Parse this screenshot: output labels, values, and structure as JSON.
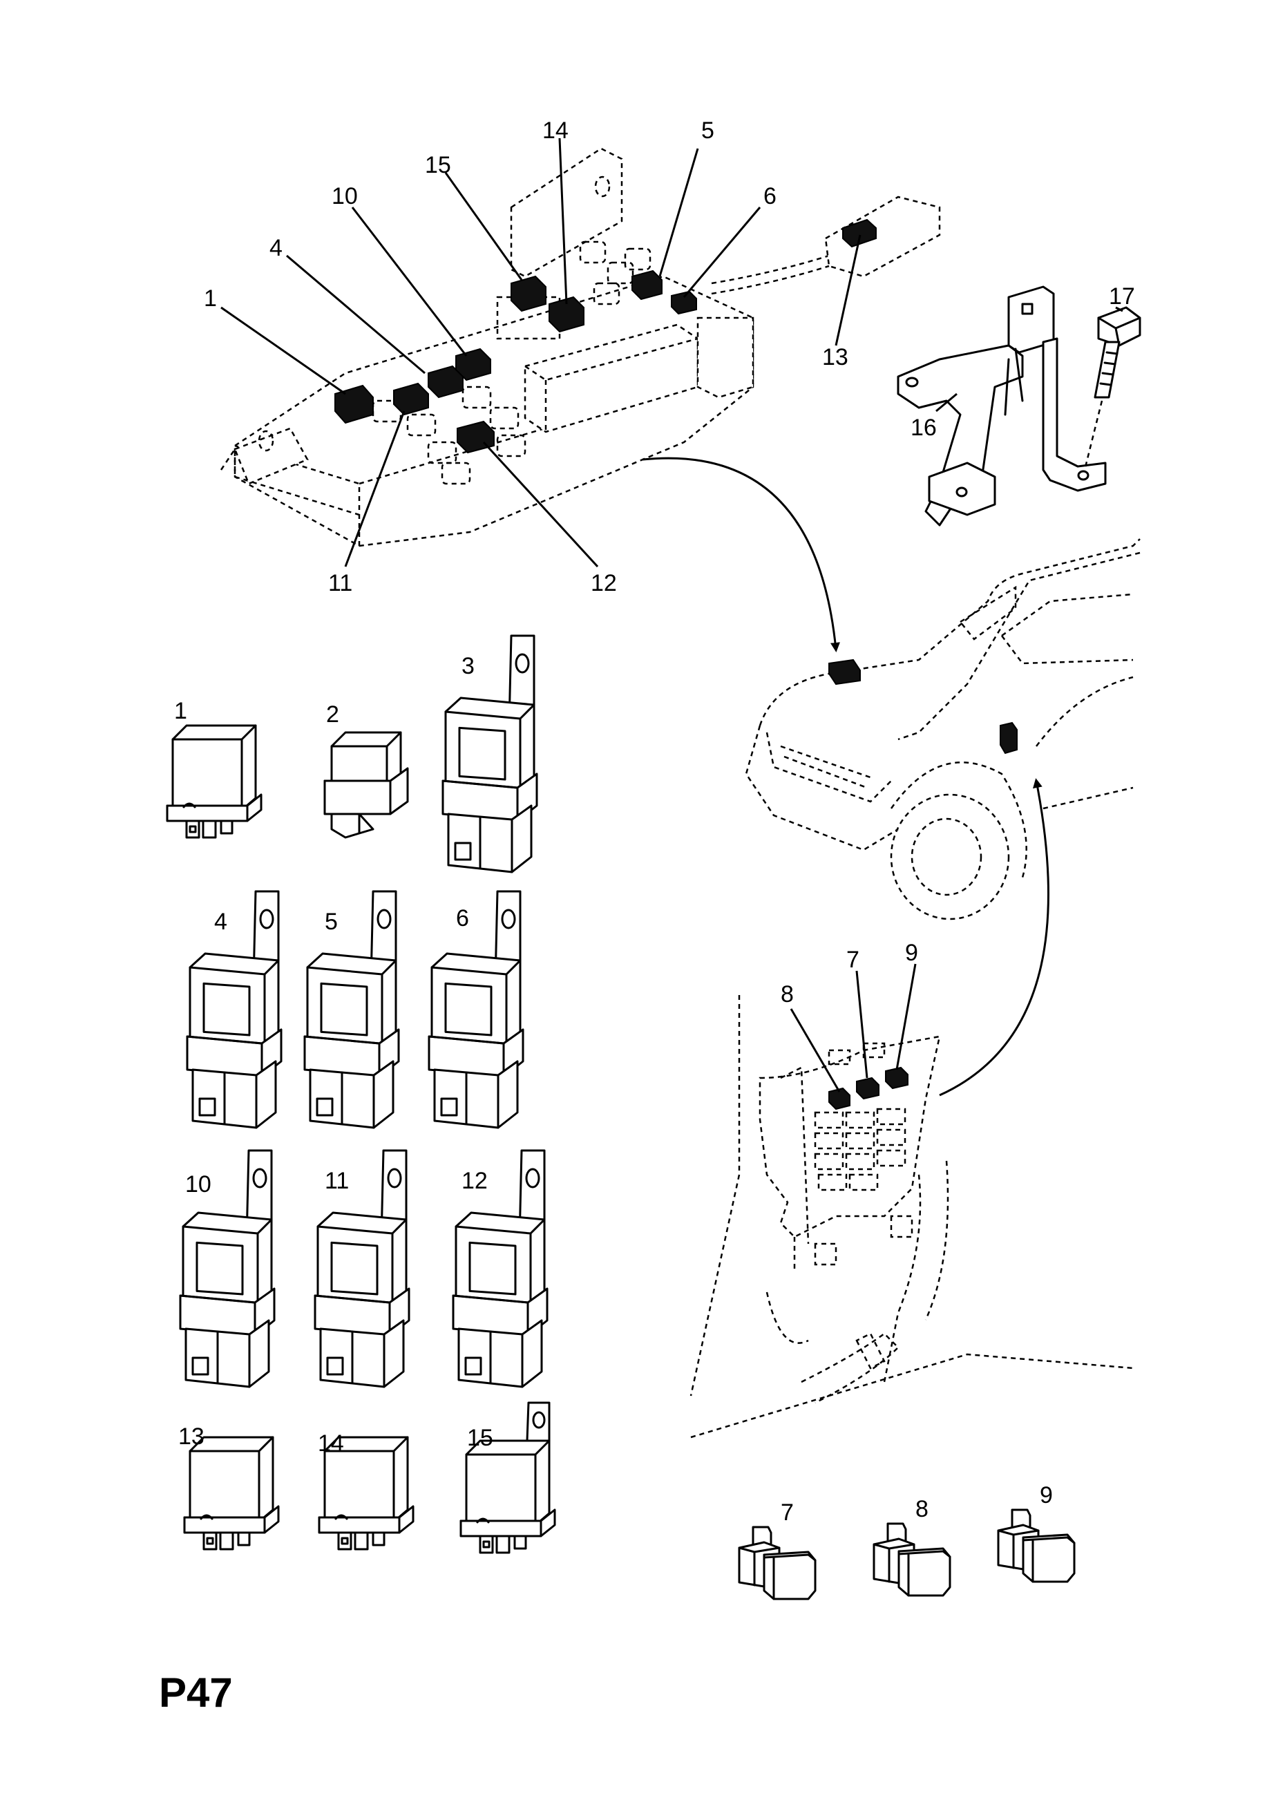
{
  "page_ref": "P47",
  "fuse_box_callouts": [
    "1",
    "4",
    "10",
    "15",
    "14",
    "5",
    "6",
    "13",
    "11",
    "12"
  ],
  "bracket_callouts": [
    "17",
    "16"
  ],
  "relay_labels": [
    "1",
    "2",
    "3",
    "4",
    "5",
    "6",
    "10",
    "11",
    "12",
    "13",
    "14",
    "15"
  ],
  "dash_panel_callouts": [
    "8",
    "7",
    "9"
  ],
  "connector_labels": [
    "7",
    "8",
    "9"
  ]
}
